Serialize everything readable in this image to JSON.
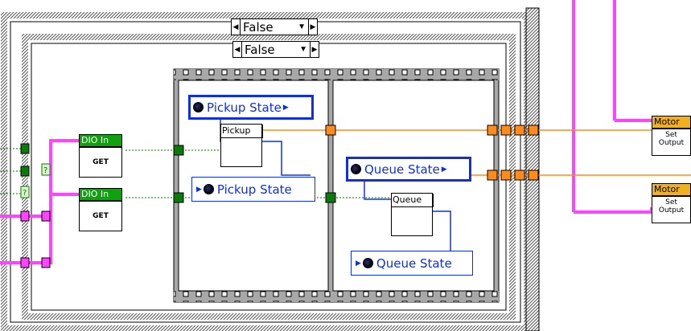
{
  "case_outer": {
    "selector_value": "False"
  },
  "case_inner": {
    "selector_value": "False"
  },
  "dio_nodes": [
    {
      "title": "DIO In",
      "label": "GET"
    },
    {
      "title": "DIO In",
      "label": "GET"
    }
  ],
  "globals": {
    "pickup_write": "Pickup State",
    "pickup_read": "Pickup State",
    "queue_write": "Queue State",
    "queue_read": "Queue State"
  },
  "subvis": {
    "pickup": "Pickup",
    "queue": "Queue"
  },
  "motors": [
    {
      "title": "Motor",
      "line1": "Set",
      "line2": "Output"
    },
    {
      "title": "Motor",
      "line1": "Set",
      "line2": "Output"
    }
  ],
  "colors": {
    "wire_orange": "#ff8c1a",
    "wire_green": "#0b7a0b",
    "wire_pink": "#ff44ff",
    "global_blue": "#1030e0",
    "dio_green": "#10a010",
    "motor_gold": "#f0b020"
  }
}
